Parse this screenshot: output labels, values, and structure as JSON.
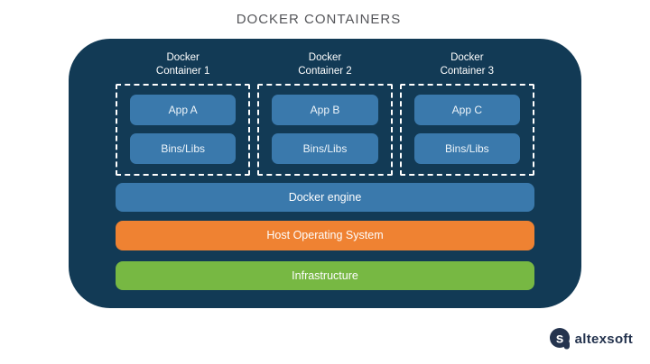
{
  "title": "DOCKER CONTAINERS",
  "colors": {
    "background": "#FFFFFF",
    "panel_navy": "#123A55",
    "box_blue": "#3A79AC",
    "host_os_orange": "#EF8232",
    "infrastructure_green": "#77B843",
    "title_text_gray": "#55565A",
    "container_text_white": "#FFFFFF",
    "dashed_border_white": "#FFFFFF",
    "logo_navy": "#24334E"
  },
  "containers": [
    {
      "label_line1": "Docker",
      "label_line2": "Container 1",
      "app_label": "App A",
      "bins_label": "Bins/Libs"
    },
    {
      "label_line1": "Docker",
      "label_line2": "Container 2",
      "app_label": "App B",
      "bins_label": "Bins/Libs"
    },
    {
      "label_line1": "Docker",
      "label_line2": "Container 3",
      "app_label": "App C",
      "bins_label": "Bins/Libs"
    }
  ],
  "layers": [
    {
      "label": "Docker engine",
      "color": "#3A79AC"
    },
    {
      "label": "Host Operating System",
      "color": "#EF8232"
    },
    {
      "label": "Infrastructure",
      "color": "#77B843"
    }
  ],
  "logo": {
    "text": "altexsoft"
  }
}
